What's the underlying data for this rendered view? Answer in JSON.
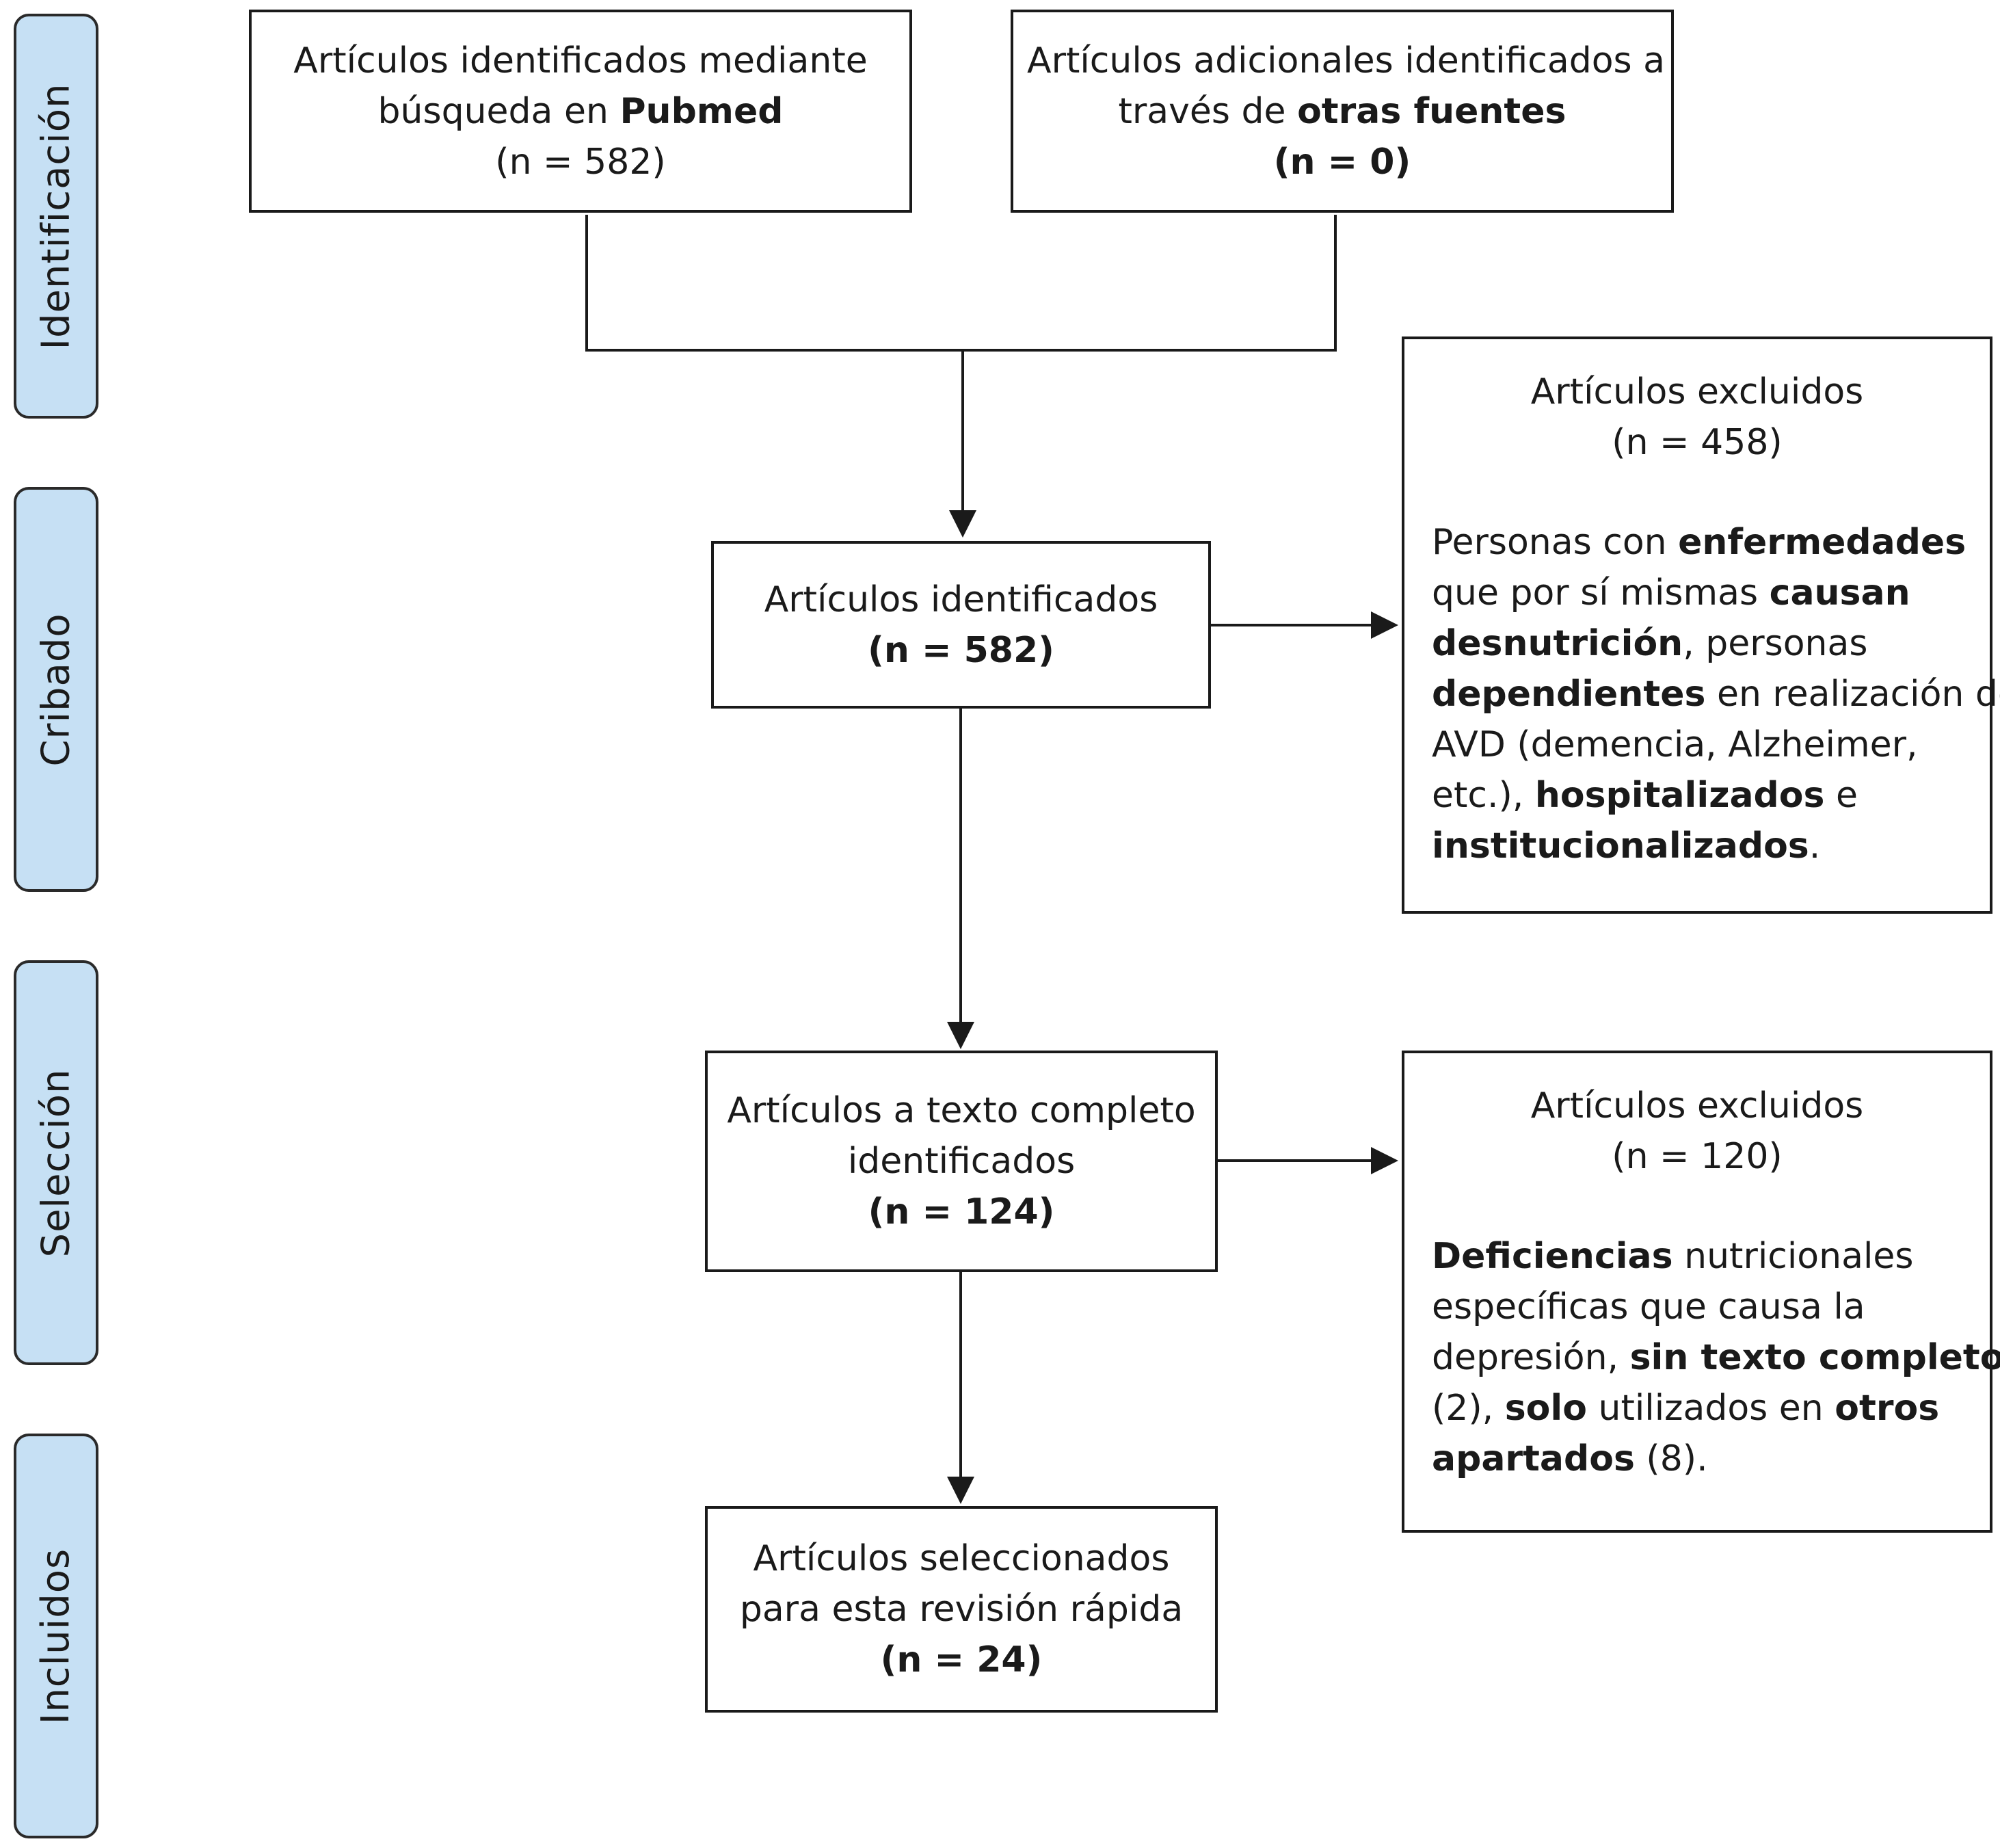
{
  "phases": {
    "identification": "Identificación",
    "screening": "Cribado",
    "selection": "Selección",
    "included": "Incluidos"
  },
  "boxes": {
    "pubmed": {
      "line1": "Artículos identificados mediante",
      "line2_pre": "búsqueda en ",
      "line2_bold": "Pubmed",
      "line3": "(n = 582)"
    },
    "other_sources": {
      "line1": "Artículos adicionales identificados a",
      "line2_pre": "través de ",
      "line2_bold": "otras fuentes",
      "line3": "(n = 0)"
    },
    "identified": {
      "line1": "Artículos identificados",
      "line2": "(n = 582)"
    },
    "excluded_1": {
      "title": "Artículos excluidos",
      "count": "(n = 458)",
      "d1_a": "Personas con ",
      "d1_b": "enfermedades",
      "d2_a": "que por sí mismas ",
      "d2_b": "causan",
      "d3_a": "desnutrición",
      "d3_b": ", personas",
      "d4_a": "dependientes",
      "d4_b": " en realización de",
      "d5": "AVD (demencia, Alzheimer,",
      "d6_a": "etc.), ",
      "d6_b": "hospitalizados",
      "d6_c": " e",
      "d7_a": "institucionalizados",
      "d7_b": "."
    },
    "fulltext": {
      "line1": "Artículos a texto completo",
      "line2": "identificados",
      "line3": "(n = 124)"
    },
    "excluded_2": {
      "title": "Artículos excluidos",
      "count": "(n = 120)",
      "d1_a": "Deficiencias",
      "d1_b": " nutricionales",
      "d2": "específicas que causa la",
      "d3_a": "depresión, ",
      "d3_b": "sin texto completo",
      "d4_a": "(2), ",
      "d4_b": "solo",
      "d4_c": " utilizados en ",
      "d4_d": "otros",
      "d5_a": "apartados",
      "d5_b": " (8)."
    },
    "selected": {
      "line1": "Artículos seleccionados",
      "line2": "para esta revisión rápida",
      "line3": "(n = 24)"
    }
  }
}
